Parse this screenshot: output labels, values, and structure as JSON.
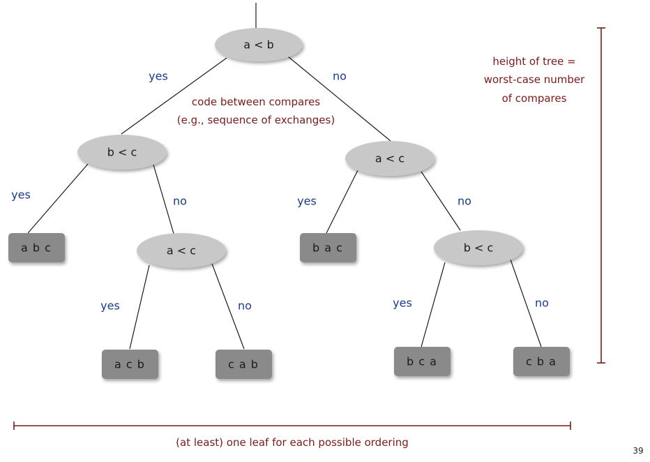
{
  "colors": {
    "branch_label": "#1a3a8a",
    "annotation": "#7a1a1a",
    "node_fill": "#c8c8c8",
    "leaf_fill": "#8a8a8a",
    "edge": "#1a1a1a"
  },
  "tree": {
    "root": {
      "label": "a < b"
    },
    "left_node": {
      "label": "b < c"
    },
    "right_node": {
      "label": "a < c"
    },
    "left_right_node": {
      "label": "a < c"
    },
    "right_right_node": {
      "label": "b < c"
    },
    "leaves": {
      "abc": "a b c",
      "acb": "a c b",
      "cab": "c a b",
      "bac": "b a c",
      "bca": "b c a",
      "cba": "c b a"
    },
    "branch_labels": {
      "root_yes": "yes",
      "root_no": "no",
      "left_yes": "yes",
      "left_no": "no",
      "right_yes": "yes",
      "right_no": "no",
      "lr_yes": "yes",
      "lr_no": "no",
      "rr_yes": "yes",
      "rr_no": "no"
    }
  },
  "annotations": {
    "code_line1": "code between compares",
    "code_line2": "(e.g., sequence of exchanges)",
    "height_line1": "height of tree =",
    "height_line2": "worst-case number",
    "height_line3": "of compares",
    "leaf_note": "(at least) one leaf for each possible ordering"
  },
  "page_number": "39"
}
